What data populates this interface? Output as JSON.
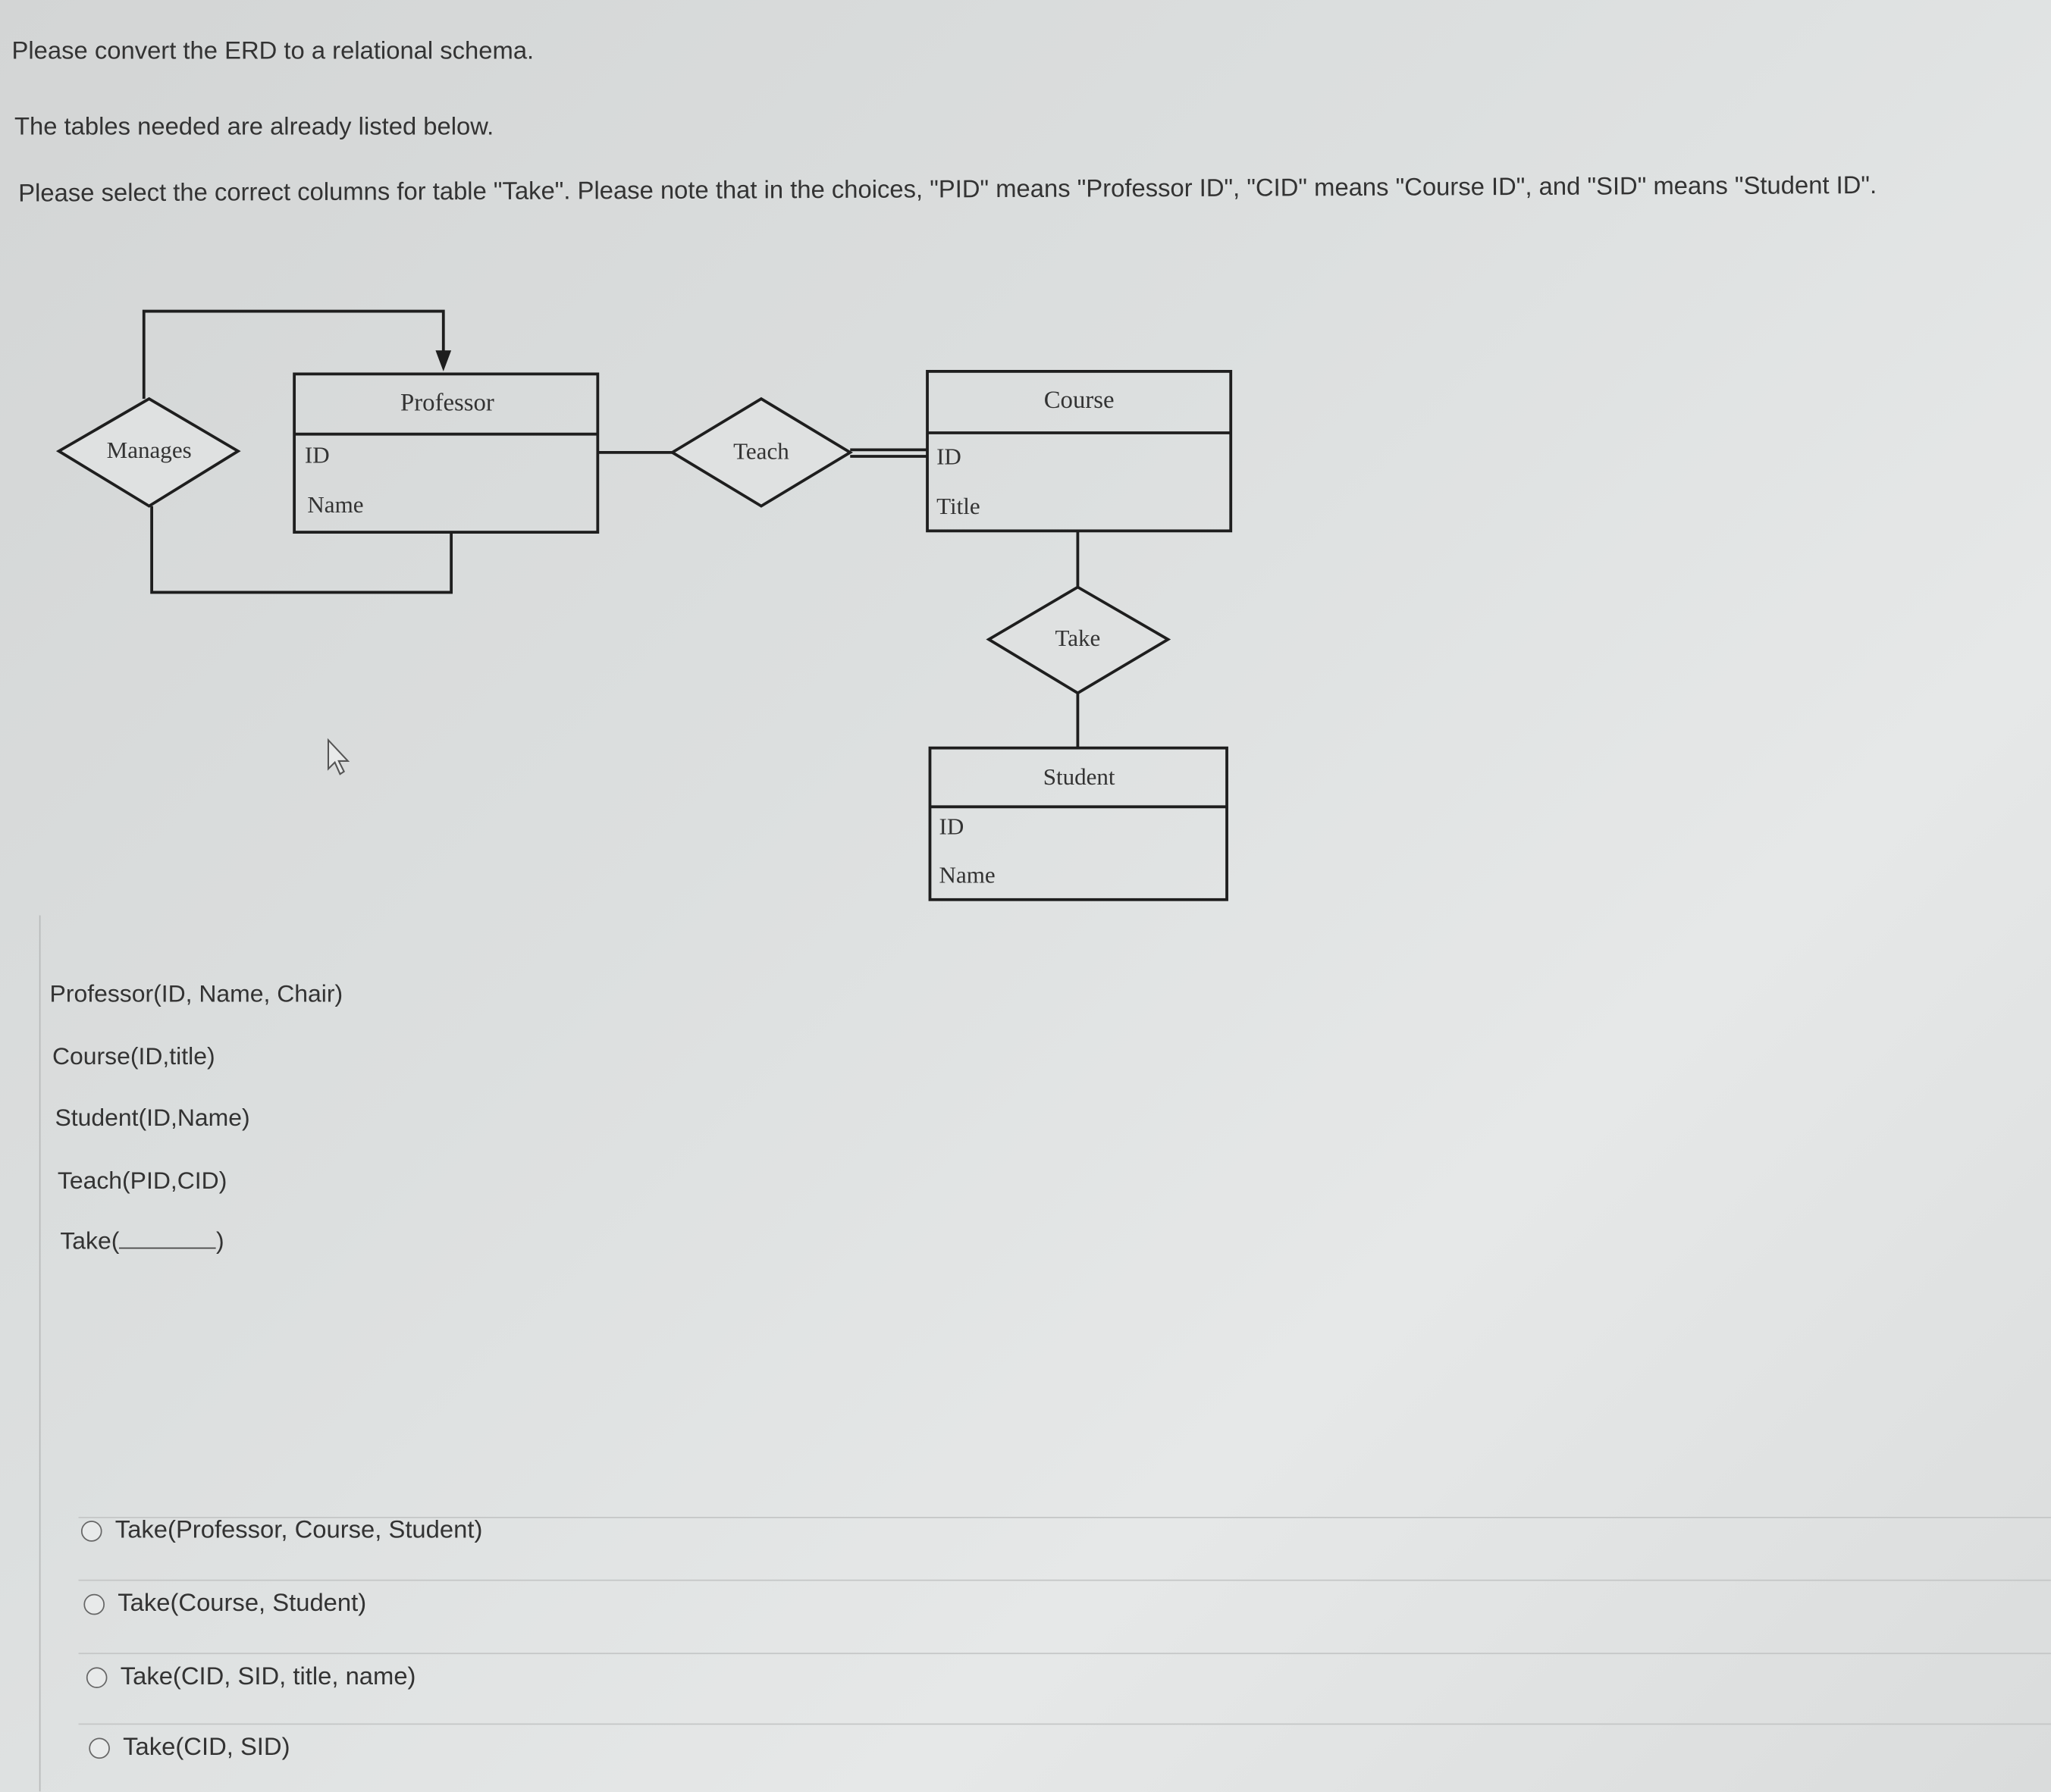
{
  "question": {
    "line1": "Please convert the ERD to a relational schema.",
    "line2": "The tables needed are already listed below.",
    "line3": "Please select the correct columns for table \"Take\". Please note that in the choices, \"PID\" means \"Professor ID\", \"CID\" means \"Course ID\", and \"SID\" means \"Student ID\"."
  },
  "erd": {
    "entities": {
      "professor": {
        "name": "Professor",
        "attributes": [
          "ID",
          "Name"
        ]
      },
      "course": {
        "name": "Course",
        "attributes": [
          "ID",
          "Title"
        ]
      },
      "student": {
        "name": "Student",
        "attributes": [
          "ID",
          "Name"
        ]
      }
    },
    "relationships": {
      "manages": "Manages",
      "teach": "Teach",
      "take": "Take"
    }
  },
  "schema": {
    "professor": "Professor(ID, Name, Chair)",
    "course": "Course(ID,title)",
    "student": "Student(ID,Name)",
    "teach": "Teach(PID,CID)",
    "take_prefix": "Take(",
    "take_suffix": ")"
  },
  "options": [
    {
      "label": "Take(Professor, Course, Student)",
      "selected": false
    },
    {
      "label": "Take(Course, Student)",
      "selected": false
    },
    {
      "label": "Take(CID, SID, title, name)",
      "selected": false
    },
    {
      "label": "Take(CID, SID)",
      "selected": false
    }
  ]
}
